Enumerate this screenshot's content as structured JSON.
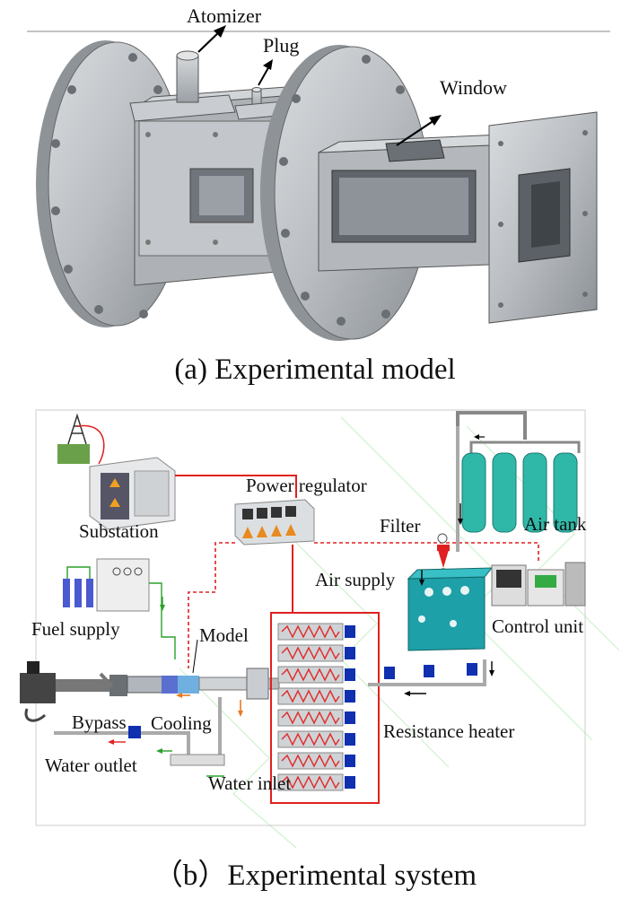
{
  "figure_a": {
    "labels": {
      "atomizer": "Atomizer",
      "plug": "Plug",
      "window": "Window"
    },
    "caption": "(a) Experimental model"
  },
  "figure_b": {
    "labels": {
      "substation": "Substation",
      "power_regulator": "Power regulator",
      "filter": "Filter",
      "air_tank": "Air tank",
      "air_supply": "Air supply",
      "control_unit": "Control unit",
      "fuel_supply": "Fuel supply",
      "model": "Model",
      "bypass": "Bypass",
      "cooling": "Cooling",
      "resistance_heater": "Resistance heater",
      "water_outlet": "Water outlet",
      "water_inlet": "Water inlet"
    },
    "caption": "（b）Experimental system"
  },
  "colors": {
    "steel": "#b8bcc0",
    "steel_dark": "#7d8287",
    "power_line": "#e02020",
    "fuel_line": "#2aa02a",
    "heater_coil": "#e03030",
    "valve": "#1030b0",
    "tank": "#2fb8a8",
    "panel": "#1ea0a8"
  }
}
